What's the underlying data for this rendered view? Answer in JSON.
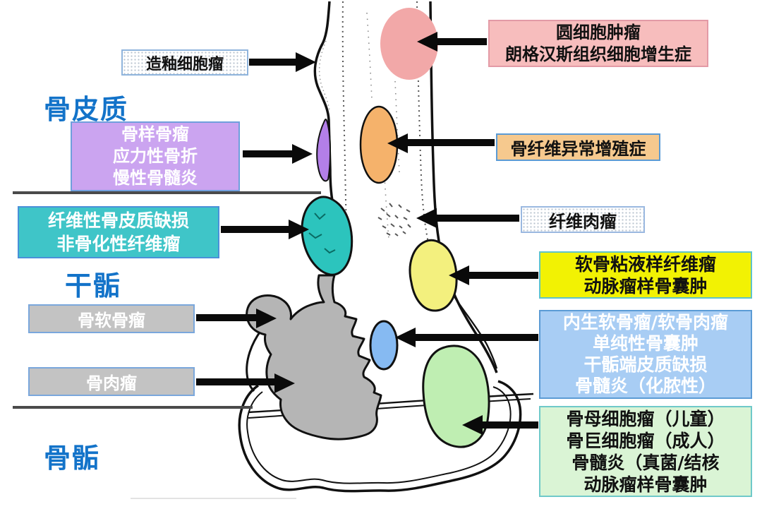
{
  "region_labels": {
    "cortex": "骨皮质",
    "metaphysis": "干骺",
    "epiphysis": "骨骺"
  },
  "left_boxes": {
    "adamantinoma": {
      "lines": [
        "造釉细胞瘤"
      ]
    },
    "osteoid_osteoma": {
      "lines": [
        "骨样骨瘤",
        "应力性骨折",
        "慢性骨髓炎"
      ]
    },
    "fibrous_cortical_defect": {
      "lines": [
        "纤维性骨皮质缺损",
        "非骨化性纤维瘤"
      ]
    },
    "osteochondroma": {
      "lines": [
        "骨软骨瘤"
      ]
    },
    "osteosarcoma": {
      "lines": [
        "骨肉瘤"
      ]
    }
  },
  "right_boxes": {
    "round_cell": {
      "lines": [
        "圆细胞肿瘤",
        "朗格汉斯组织细胞增生症"
      ]
    },
    "fibrous_dysplasia": {
      "lines": [
        "骨纤维异常增殖症"
      ]
    },
    "fibrosarcoma": {
      "lines": [
        "纤维肉瘤"
      ]
    },
    "chondromyxoid": {
      "lines": [
        "软骨粘液样纤维瘤",
        "动脉瘤样骨囊肿"
      ]
    },
    "enchondroma_group": {
      "lines": [
        "内生软骨瘤/软骨肉瘤",
        "单纯性骨囊肿",
        "干骺端皮质缺损",
        "骨髓炎（化脓性）"
      ]
    },
    "osteoblastoma_group": {
      "lines": [
        "骨母细胞瘤（儿童）",
        "骨巨细胞瘤（成人）",
        "骨髓炎（真菌/结核",
        "动脉瘤样骨囊肿"
      ]
    }
  },
  "colors": {
    "heading_blue": "#1373c9",
    "box_purple": "#cba4f0",
    "box_teal": "#3fc5c8",
    "box_gray": "#c3c3c3",
    "box_pink": "#f7bdbd",
    "box_orange": "#f6c98e",
    "box_yellow": "#f2f203",
    "box_blue": "#a8cdf4",
    "box_green": "#daf4d5",
    "blob_pink": "#f2a8a8",
    "blob_orange": "#f5b26b",
    "blob_purple": "#b37fe8",
    "blob_teal": "#2cc4bd",
    "blob_yellow": "#f3f07e",
    "blob_blue": "#86baf2",
    "blob_green": "#bfeeb2",
    "blob_gray": "#b5b5b5",
    "arrow_black": "#0a0a0a"
  }
}
